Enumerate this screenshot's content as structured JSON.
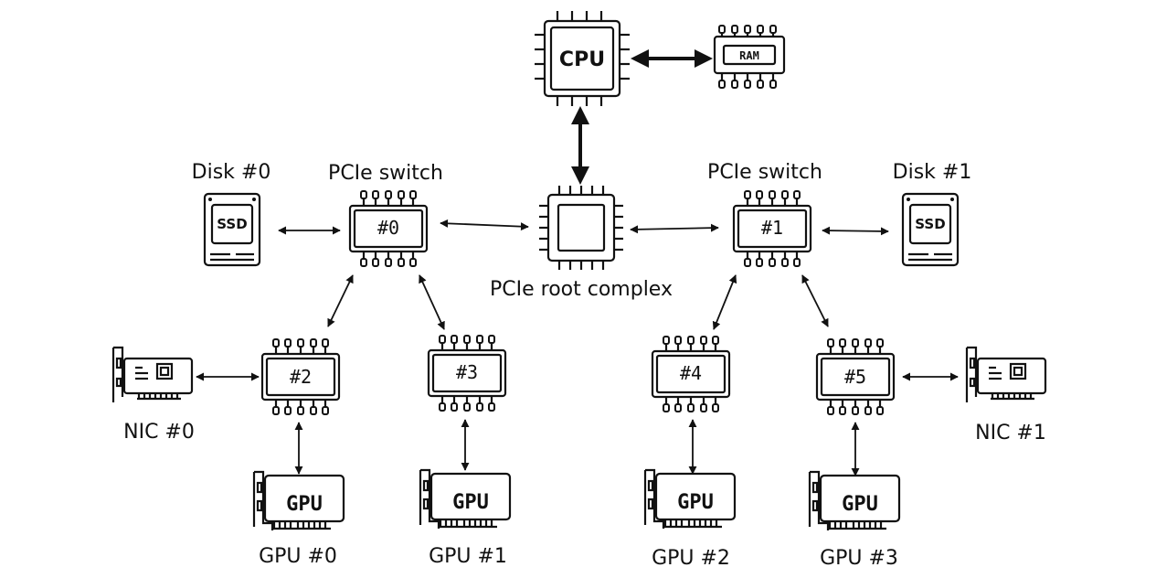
{
  "cpu": {
    "label": "CPU"
  },
  "ram": {
    "label": "RAM"
  },
  "root_complex": {
    "label": "PCIe root complex"
  },
  "switch_left": {
    "heading": "PCIe switch",
    "id_label": "#0"
  },
  "switch_right": {
    "heading": "PCIe switch",
    "id_label": "#1"
  },
  "switch_2": {
    "id_label": "#2"
  },
  "switch_3": {
    "id_label": "#3"
  },
  "switch_4": {
    "id_label": "#4"
  },
  "switch_5": {
    "id_label": "#5"
  },
  "disk_0": {
    "label": "Disk #0",
    "icon_text": "SSD"
  },
  "disk_1": {
    "label": "Disk #1",
    "icon_text": "SSD"
  },
  "nic_0": {
    "label": "NIC #0"
  },
  "nic_1": {
    "label": "NIC #1"
  },
  "gpu_0": {
    "label": "GPU #0",
    "icon_text": "GPU"
  },
  "gpu_1": {
    "label": "GPU #1",
    "icon_text": "GPU"
  },
  "gpu_2": {
    "label": "GPU #2",
    "icon_text": "GPU"
  },
  "gpu_3": {
    "label": "GPU #3",
    "icon_text": "GPU"
  }
}
